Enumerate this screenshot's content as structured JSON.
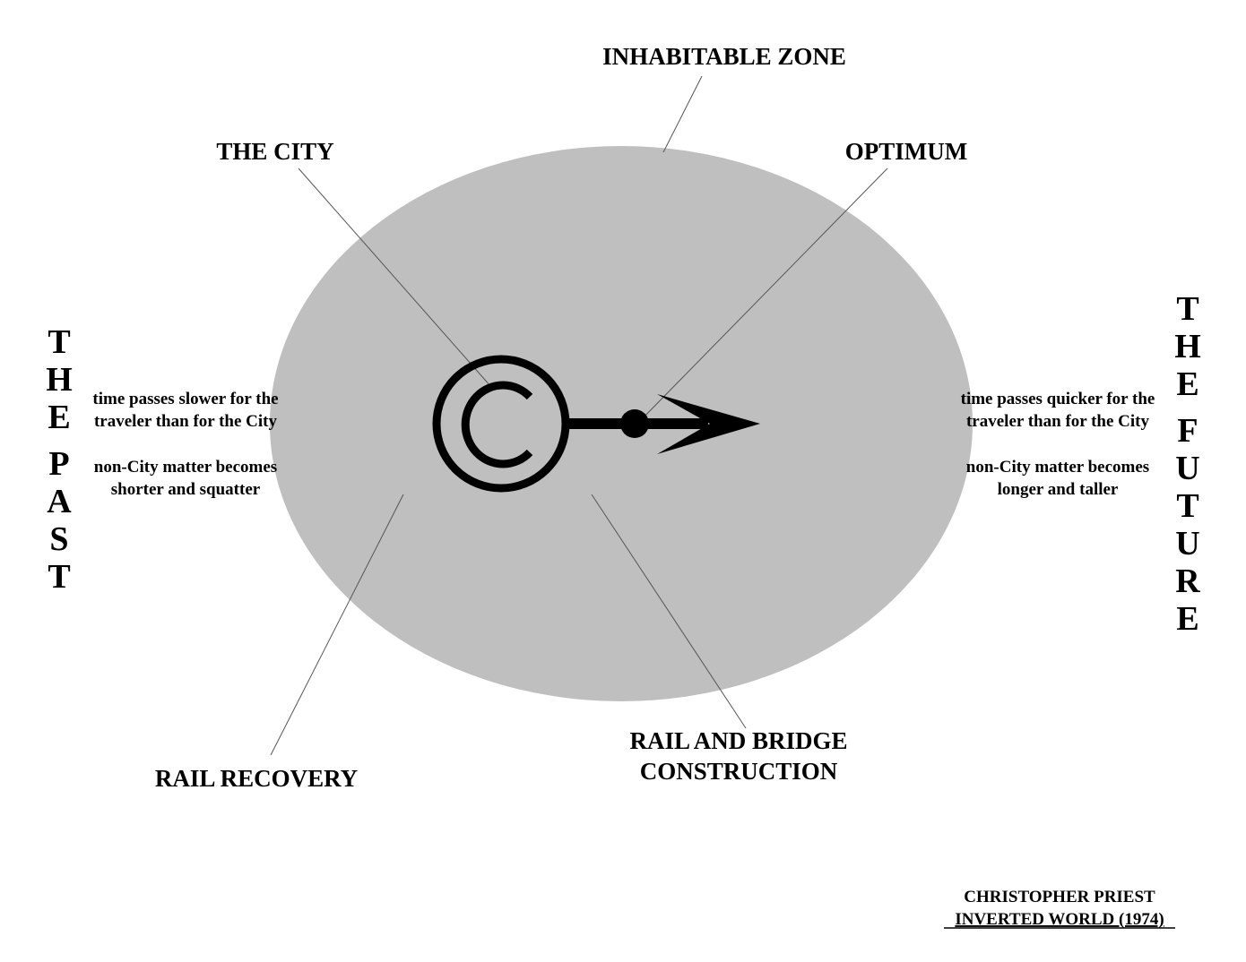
{
  "labels": {
    "inhabitable_zone": "INHABITABLE ZONE",
    "the_city": "THE CITY",
    "optimum": "OPTIMUM",
    "rail_recovery": "RAIL RECOVERY",
    "rail_bridge_line1": "RAIL AND BRIDGE",
    "rail_bridge_line2": "CONSTRUCTION"
  },
  "past": {
    "title_letters": [
      "T",
      "H",
      "E",
      "P",
      "A",
      "S",
      "T"
    ],
    "note1_line1": "time passes slower for the",
    "note1_line2": "traveler than for the City",
    "note2_line1": "non-City matter becomes",
    "note2_line2": "shorter and squatter"
  },
  "future": {
    "title_letters": [
      "T",
      "H",
      "E",
      "F",
      "U",
      "T",
      "U",
      "R",
      "E"
    ],
    "note1_line1": "time passes quicker for the",
    "note1_line2": "traveler than for the City",
    "note2_line1": "non-City matter becomes",
    "note2_line2": "longer and taller"
  },
  "credit": {
    "author": "CHRISTOPHER PRIEST",
    "work": "INVERTED WORLD (1974)"
  },
  "colors": {
    "zone_fill": "#bfbfbf",
    "ink": "#000000",
    "rail": "#555555"
  }
}
